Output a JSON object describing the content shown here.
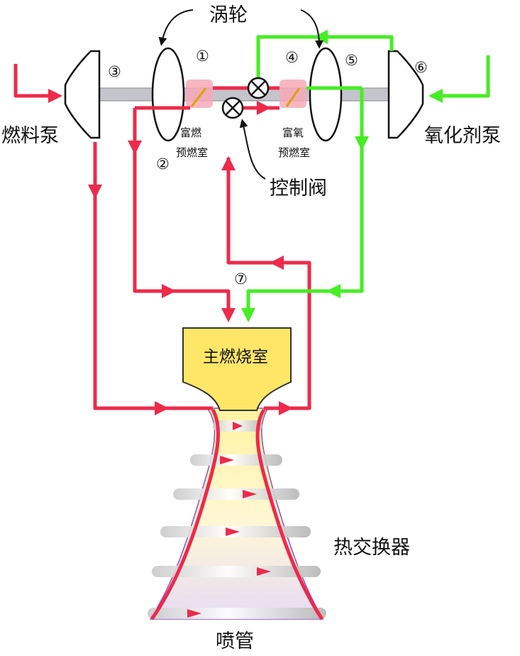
{
  "labels": {
    "turbine": "涡轮",
    "fuel_pump": "燃料泵",
    "oxidizer_pump": "氧化剂泵",
    "fuel_rich_preburner_line1": "富燃",
    "fuel_rich_preburner_line2": "预燃室",
    "ox_rich_preburner_line1": "富氧",
    "ox_rich_preburner_line2": "预燃室",
    "control_valve": "控制阀",
    "main_chamber": "主燃烧室",
    "heat_exchanger": "热交换器",
    "nozzle": "喷管"
  },
  "markers": {
    "m1": "①",
    "m2": "②",
    "m3": "③",
    "m4": "④",
    "m5": "⑤",
    "m6": "⑥",
    "m7": "⑦"
  },
  "colors": {
    "fuel_line": "#ee2a4a",
    "oxidizer_line": "#44ee22",
    "chamber_fill": "#ffe666",
    "preburner_fill": "#f7a9b8",
    "shaft": "#b8b8c0",
    "nozzle_outline": "#8a4fd0"
  }
}
